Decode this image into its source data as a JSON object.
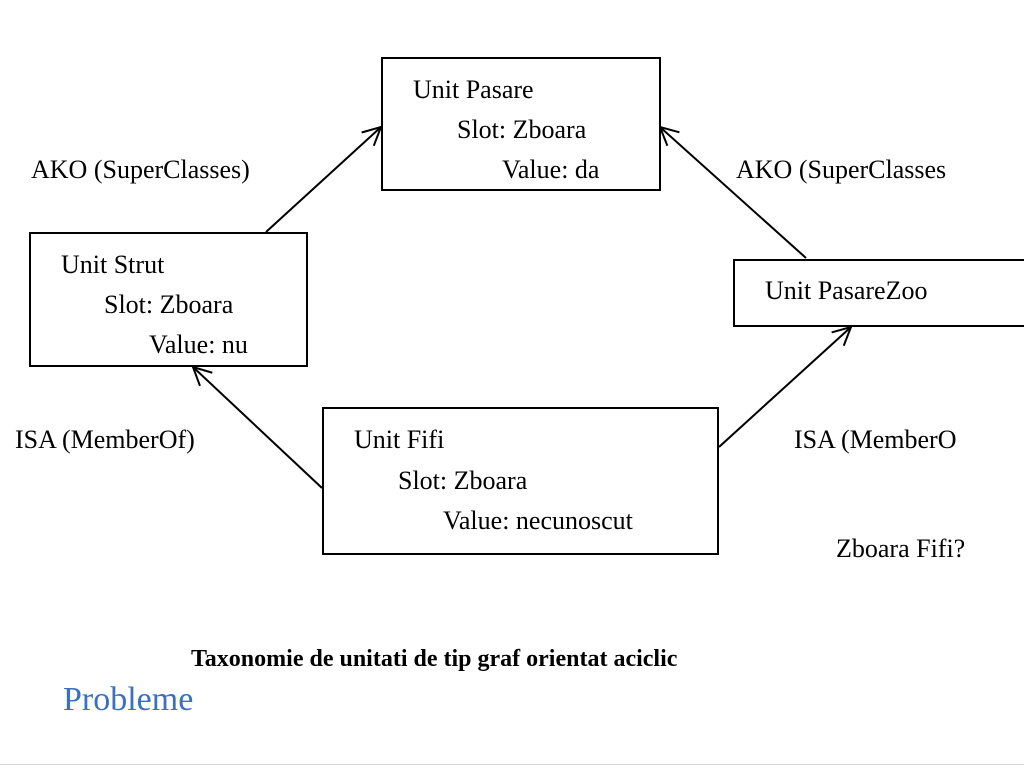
{
  "colors": {
    "subtitle": "#3b6fc4",
    "ink": "#000000"
  },
  "units": {
    "pasare": {
      "unit": "Unit  Pasare",
      "slot": "Slot: Zboara",
      "value": "Value: da"
    },
    "strut": {
      "unit": "Unit  Strut",
      "slot": "Slot: Zboara",
      "value": "Value: nu"
    },
    "pasarezoo": {
      "unit": "Unit  PasareZoo"
    },
    "fifi": {
      "unit": "Unit  Fifi",
      "slot": "Slot: Zboara",
      "value": "Value: necunoscut"
    }
  },
  "relations": {
    "ako_left": "AKO (SuperClasses)",
    "ako_right": "AKO (SuperClasses",
    "isa_left": "ISA (MemberOf)",
    "isa_right": "ISA (MemberO"
  },
  "question": "Zboara Fifi?",
  "caption": "Taxonomie de unitati de tip graf orientat aciclic",
  "subtitle": "Probleme"
}
